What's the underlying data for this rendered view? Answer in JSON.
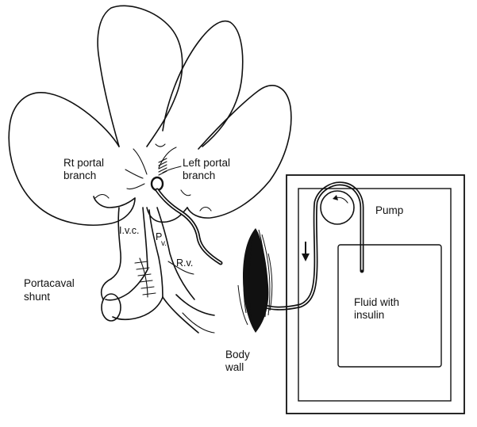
{
  "labels": {
    "rt_portal_line1": "Rt portal",
    "rt_portal_line2": "branch",
    "left_portal_line1": "Left portal",
    "left_portal_line2": "branch",
    "ivc": "I.v.c.",
    "pv": "P",
    "pv_sub": "v.",
    "rv": "R.v.",
    "portacaval_line1": "Portacaval",
    "portacaval_line2": "shunt",
    "body_wall_line1": "Body",
    "body_wall_line2": "wall",
    "pump": "Pump",
    "fluid_line1": "Fluid with",
    "fluid_line2": "insulin"
  },
  "colors": {
    "ink": "#111111",
    "paper": "#ffffff"
  }
}
